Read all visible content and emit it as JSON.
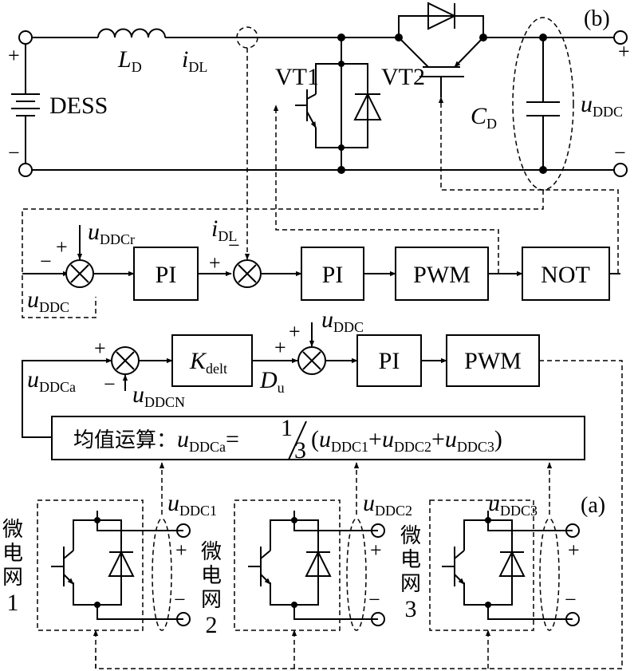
{
  "panels": {
    "b": "(b)",
    "a": "(a)"
  },
  "circuit_b": {
    "inductor": {
      "main": "L",
      "sub": "D"
    },
    "current": {
      "main": "i",
      "sub": "DL"
    },
    "source": "DESS",
    "vt1": "VT1",
    "vt2": "VT2",
    "capacitor": {
      "main": "C",
      "sub": "D"
    },
    "cap_voltage": {
      "main": "u",
      "sub": "DDC"
    },
    "plus": "+",
    "minus": "−"
  },
  "loop_b": {
    "ref": {
      "main": "u",
      "sub": "DDCr"
    },
    "fb": {
      "main": "u",
      "sub": "DDC"
    },
    "cur": {
      "main": "i",
      "sub": "DL"
    },
    "pi1": "PI",
    "pi2": "PI",
    "pwm": "PWM",
    "not": "NOT",
    "plus": "+",
    "minus": "−"
  },
  "loop_a": {
    "avg_in": {
      "main": "u",
      "sub": "DDCa"
    },
    "nom": {
      "main": "u",
      "sub": "DDCN"
    },
    "gain": {
      "main": "K",
      "sub": "delt"
    },
    "du": {
      "main": "D",
      "sub": "u"
    },
    "udc": {
      "main": "u",
      "sub": "DDC"
    },
    "pi": "PI",
    "pwm": "PWM",
    "plus": "+",
    "minus": "−"
  },
  "averaging": {
    "label": "均值运算：",
    "lhs": {
      "main": "u",
      "sub": "DDCa"
    },
    "eq": "=",
    "one": "1",
    "three": "3",
    "open": "(",
    "t1": {
      "main": "u",
      "sub": "DDC1"
    },
    "t2": {
      "main": "u",
      "sub": "DDC2"
    },
    "t3": {
      "main": "u",
      "sub": "DDC3"
    },
    "plus": "+",
    "close": ")"
  },
  "microgrids": [
    {
      "chars": [
        "微",
        "电",
        "网",
        "1"
      ],
      "voltage": {
        "main": "u",
        "sub": "DDC1"
      }
    },
    {
      "chars": [
        "微",
        "电",
        "网",
        "2"
      ],
      "voltage": {
        "main": "u",
        "sub": "DDC2"
      }
    },
    {
      "chars": [
        "微",
        "电",
        "网",
        "3"
      ],
      "voltage": {
        "main": "u",
        "sub": "DDC3"
      }
    }
  ],
  "terminal_plus": "+",
  "terminal_minus": "−"
}
